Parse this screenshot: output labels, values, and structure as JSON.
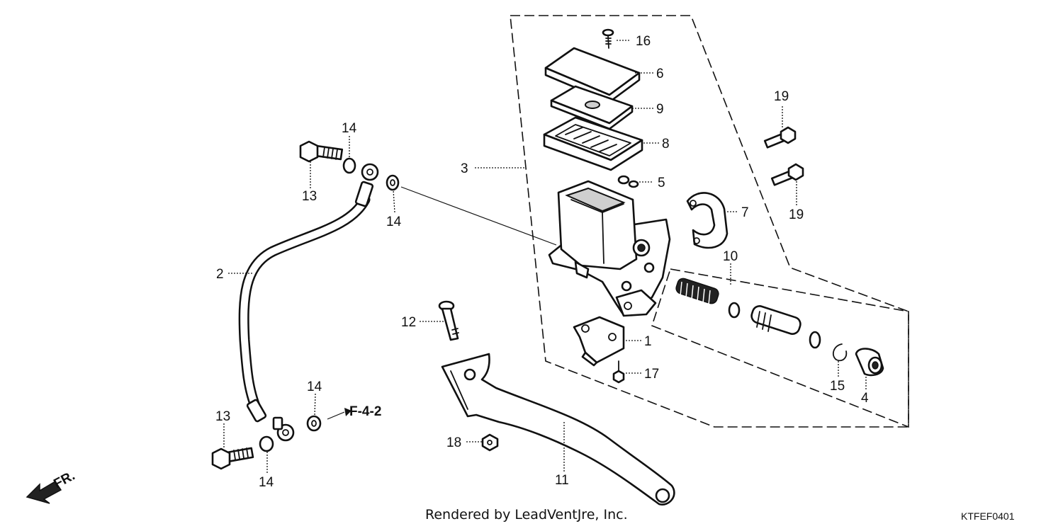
{
  "callouts": {
    "n1": "1",
    "n2": "2",
    "n3": "3",
    "n4": "4",
    "n5": "5",
    "n6": "6",
    "n7": "7",
    "n8": "8",
    "n9": "9",
    "n10": "10",
    "n11": "11",
    "n12": "12",
    "n13a": "13",
    "n13b": "13",
    "n14a": "14",
    "n14b": "14",
    "n14c": "14",
    "n14d": "14",
    "n15": "15",
    "n16": "16",
    "n17": "17",
    "n18": "18",
    "n19a": "19",
    "n19b": "19"
  },
  "reference": "F-4-2",
  "front_label": "FR.",
  "footer": "Rendered by LeadVentJre, Inc.",
  "diagram_code": "KTFEF0401"
}
